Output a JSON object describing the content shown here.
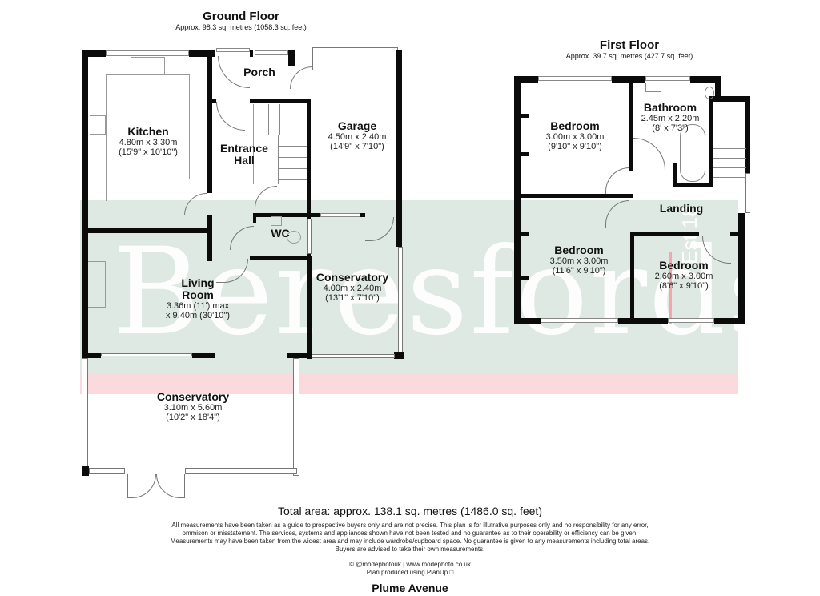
{
  "ground_floor": {
    "title": "Ground Floor",
    "area": "Approx. 98.3 sq. metres (1058.3 sq. feet)",
    "rooms": [
      {
        "name": "Porch",
        "dims_m": "",
        "dims_ft": ""
      },
      {
        "name": "Kitchen",
        "dims_m": "4.80m x 3.30m",
        "dims_ft": "(15'9\" x 10'10\")"
      },
      {
        "name": "Entrance",
        "name2": "Hall",
        "dims_m": "",
        "dims_ft": ""
      },
      {
        "name": "Garage",
        "dims_m": "4.50m x 2.40m",
        "dims_ft": "(14'9\" x 7'10\")"
      },
      {
        "name": "WC",
        "dims_m": "",
        "dims_ft": ""
      },
      {
        "name": "Living",
        "name2": "Room",
        "dims_m": "3.36m (11') max",
        "dims_ft": "x 9.40m (30'10\")"
      },
      {
        "name": "Conservatory",
        "dims_m": "4.00m x 2.40m",
        "dims_ft": "(13'1\" x 7'10\")"
      },
      {
        "name": "Conservatory",
        "dims_m": "3.10m x 5.60m",
        "dims_ft": "(10'2\" x 18'4\")"
      }
    ]
  },
  "first_floor": {
    "title": "First Floor",
    "area": "Approx. 39.7 sq. metres (427.7 sq. feet)",
    "rooms": [
      {
        "name": "Bedroom",
        "dims_m": "3.00m x 3.00m",
        "dims_ft": "(9'10\" x 9'10\")"
      },
      {
        "name": "Bathroom",
        "dims_m": "2.45m x 2.20m",
        "dims_ft": "(8' x 7'3\")"
      },
      {
        "name": "Landing",
        "dims_m": "",
        "dims_ft": ""
      },
      {
        "name": "Bedroom",
        "dims_m": "3.50m x 3.00m",
        "dims_ft": "(11'6\" x 9'10\")"
      },
      {
        "name": "Bedroom",
        "dims_m": "2.60m x 3.00m",
        "dims_ft": "(8'6\" x 9'10\")"
      }
    ]
  },
  "watermark": {
    "brand": "Beresfords",
    "est": "Est 18"
  },
  "colors": {
    "wall": "#0b0b0b",
    "band_green": "#dce8e1",
    "band_pink": "#fadadd"
  },
  "footer": {
    "total_area": "Total area: approx. 138.1 sq. metres (1486.0 sq. feet)",
    "disclaimer_lines": [
      "All measurements have been taken as a guide to prospective buyers only and are not precise. This plan is for illutrative purposes only and no responsibility for any error,",
      "ommison or misstatement. The services, systems and appliances shown have not been tested and no guarantee as to their operability or efficiency can be given.",
      "Measurements may have been taken from the widest area and may include wardrobe/cupboard space. No guarantee is given to any measurements including total areas.",
      "Buyers are advised to take their own measurements."
    ],
    "credit": "© @modephotouk | www.modephoto.co.uk",
    "produced": "Plan produced using PlanUp.□",
    "address": "Plume Avenue"
  }
}
